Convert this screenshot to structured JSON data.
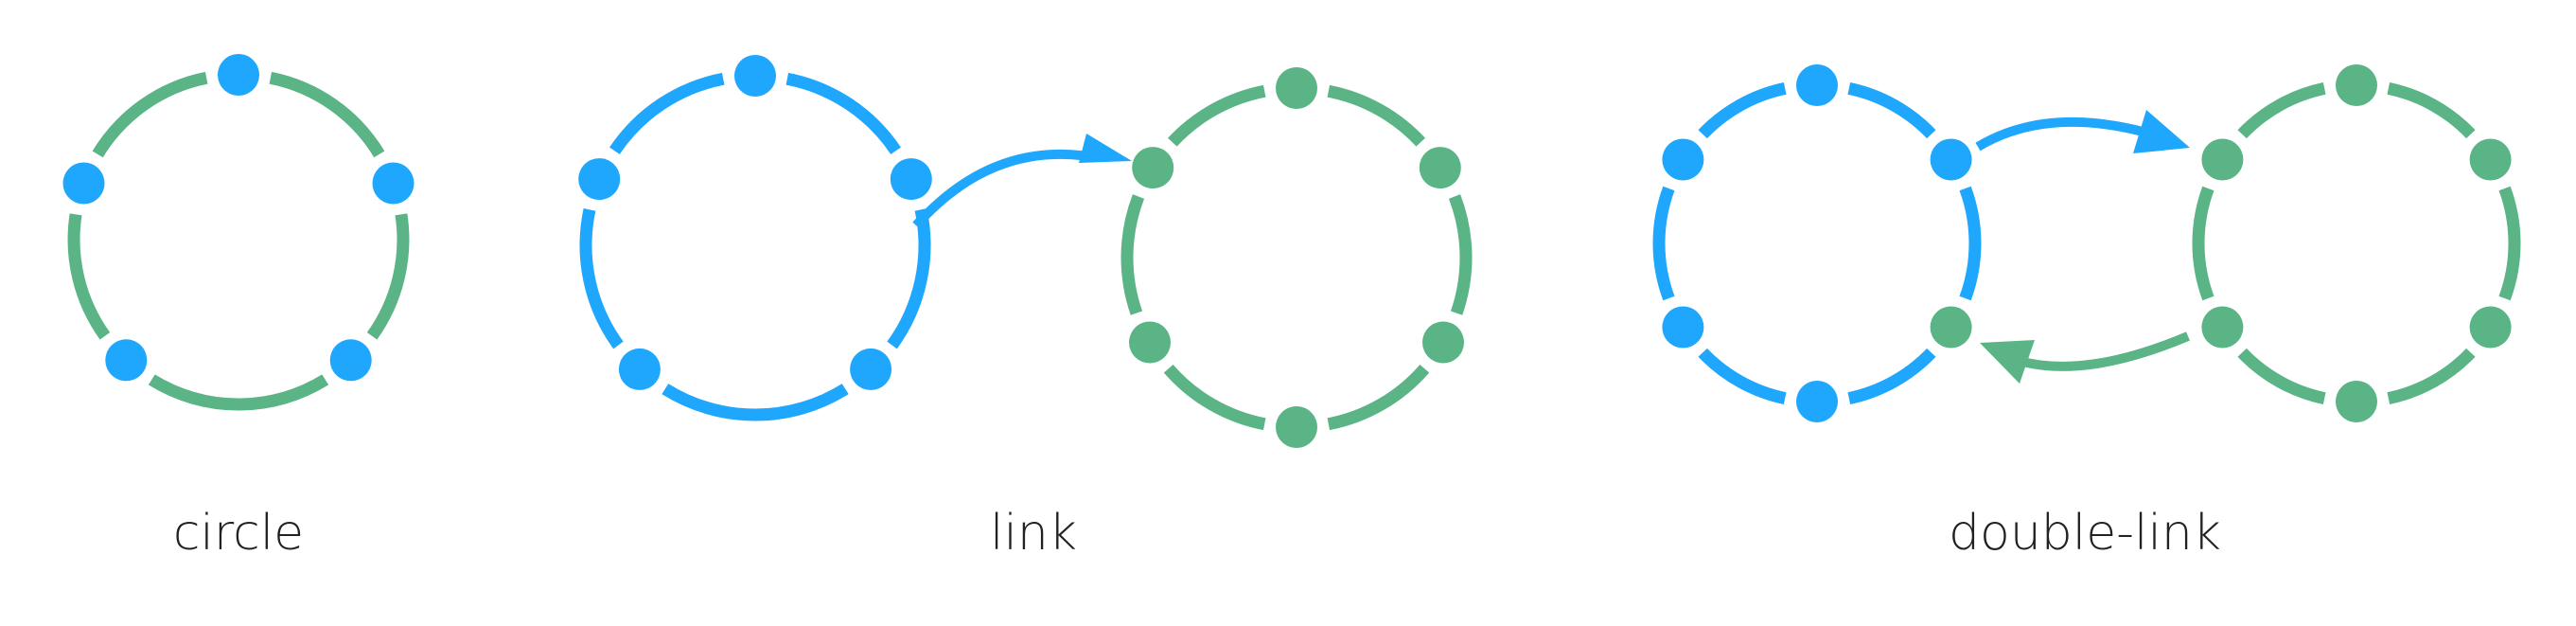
{
  "colors": {
    "blue": "#1ea7fd",
    "green": "#5ab485"
  },
  "captions": {
    "circle": "circle",
    "link": "link",
    "double_link": "double-link"
  },
  "rings": [
    {
      "id": "circle",
      "node_color": "blue",
      "arc_color": "green"
    },
    {
      "id": "link-left",
      "node_color": "blue",
      "arc_color": "blue"
    },
    {
      "id": "link-right",
      "node_color": "green",
      "arc_color": "green"
    },
    {
      "id": "double-left",
      "node_color": "blue",
      "arc_color": "blue",
      "special": "bottom-right-node-green"
    },
    {
      "id": "double-right",
      "node_color": "green",
      "arc_color": "green"
    }
  ],
  "arrows": [
    {
      "id": "link-arrow",
      "color": "blue",
      "from": "link-left",
      "to": "link-right"
    },
    {
      "id": "double-forward-arrow",
      "color": "blue",
      "from": "double-left",
      "to": "double-right"
    },
    {
      "id": "double-back-arrow",
      "color": "green",
      "from": "double-right",
      "to": "double-left"
    }
  ]
}
